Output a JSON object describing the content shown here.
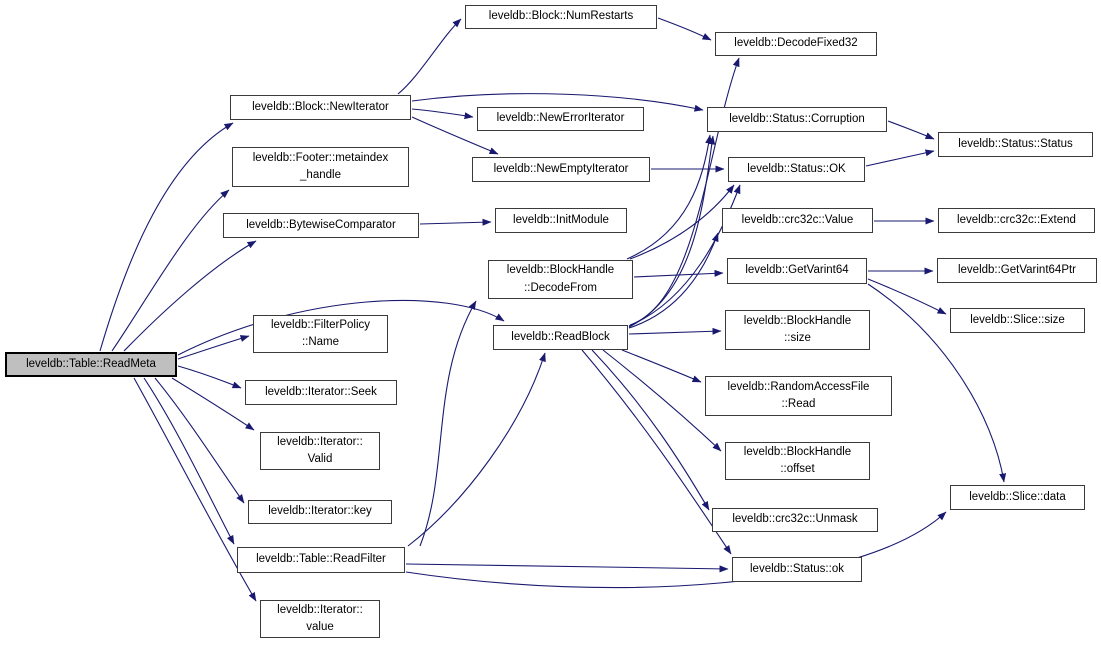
{
  "diagram": {
    "kind": "call-graph",
    "root_function": "leveldb::Table::ReadMeta",
    "edge_color": "#191970",
    "node_border_color": "#3a3a3a",
    "highlight_fill": "#bfbfbf",
    "nodes": [
      {
        "id": "read-meta",
        "label": "leveldb::Table::ReadMeta",
        "highlighted": true
      },
      {
        "id": "new-iterator",
        "label": "leveldb::Block::NewIterator"
      },
      {
        "id": "metaindex-handle",
        "lines": [
          "leveldb::Footer::metaindex",
          "_handle"
        ]
      },
      {
        "id": "bytewise-comparator",
        "label": "leveldb::BytewiseComparator"
      },
      {
        "id": "num-restarts",
        "label": "leveldb::Block::NumRestarts"
      },
      {
        "id": "decode-fixed32",
        "label": "leveldb::DecodeFixed32"
      },
      {
        "id": "new-error-iterator",
        "label": "leveldb::NewErrorIterator"
      },
      {
        "id": "new-empty-iterator",
        "label": "leveldb::NewEmptyIterator"
      },
      {
        "id": "status-corruption",
        "label": "leveldb::Status::Corruption"
      },
      {
        "id": "status-ok-upper",
        "label": "leveldb::Status::OK"
      },
      {
        "id": "status-status",
        "label": "leveldb::Status::Status"
      },
      {
        "id": "init-module",
        "label": "leveldb::InitModule"
      },
      {
        "id": "decode-from",
        "lines": [
          "leveldb::BlockHandle",
          "::DecodeFrom"
        ]
      },
      {
        "id": "read-block",
        "label": "leveldb::ReadBlock"
      },
      {
        "id": "crc32c-value",
        "label": "leveldb::crc32c::Value"
      },
      {
        "id": "get-varint64",
        "label": "leveldb::GetVarint64"
      },
      {
        "id": "blockhandle-size",
        "lines": [
          "leveldb::BlockHandle",
          "::size"
        ]
      },
      {
        "id": "raf-read",
        "lines": [
          "leveldb::RandomAccessFile",
          "::Read"
        ]
      },
      {
        "id": "crc32c-extend",
        "label": "leveldb::crc32c::Extend"
      },
      {
        "id": "get-varint64-ptr",
        "label": "leveldb::GetVarint64Ptr"
      },
      {
        "id": "slice-size",
        "label": "leveldb::Slice::size"
      },
      {
        "id": "blockhandle-offset",
        "lines": [
          "leveldb::BlockHandle",
          "::offset"
        ]
      },
      {
        "id": "crc32c-unmask",
        "label": "leveldb::crc32c::Unmask"
      },
      {
        "id": "status-ok-lower",
        "label": "leveldb::Status::ok"
      },
      {
        "id": "slice-data",
        "label": "leveldb::Slice::data"
      },
      {
        "id": "filterpolicy-name",
        "lines": [
          "leveldb::FilterPolicy",
          "::Name"
        ]
      },
      {
        "id": "iterator-seek",
        "label": "leveldb::Iterator::Seek"
      },
      {
        "id": "iterator-valid",
        "lines": [
          "leveldb::Iterator::",
          "Valid"
        ]
      },
      {
        "id": "iterator-key",
        "label": "leveldb::Iterator::key"
      },
      {
        "id": "read-filter",
        "label": "leveldb::Table::ReadFilter"
      },
      {
        "id": "iterator-value",
        "lines": [
          "leveldb::Iterator::",
          "value"
        ]
      }
    ],
    "edges": [
      {
        "from": "read-meta",
        "to": "new-iterator"
      },
      {
        "from": "read-meta",
        "to": "metaindex-handle"
      },
      {
        "from": "read-meta",
        "to": "bytewise-comparator"
      },
      {
        "from": "read-meta",
        "to": "filterpolicy-name"
      },
      {
        "from": "read-meta",
        "to": "iterator-seek"
      },
      {
        "from": "read-meta",
        "to": "iterator-valid"
      },
      {
        "from": "read-meta",
        "to": "iterator-key"
      },
      {
        "from": "read-meta",
        "to": "read-filter"
      },
      {
        "from": "read-meta",
        "to": "iterator-value"
      },
      {
        "from": "read-meta",
        "to": "read-block"
      },
      {
        "from": "new-iterator",
        "to": "num-restarts"
      },
      {
        "from": "new-iterator",
        "to": "new-error-iterator"
      },
      {
        "from": "new-iterator",
        "to": "new-empty-iterator"
      },
      {
        "from": "new-iterator",
        "to": "status-corruption"
      },
      {
        "from": "num-restarts",
        "to": "decode-fixed32"
      },
      {
        "from": "new-empty-iterator",
        "to": "status-ok-upper"
      },
      {
        "from": "status-corruption",
        "to": "status-status"
      },
      {
        "from": "status-ok-upper",
        "to": "status-status"
      },
      {
        "from": "bytewise-comparator",
        "to": "init-module"
      },
      {
        "from": "decode-from",
        "to": "get-varint64"
      },
      {
        "from": "decode-from",
        "to": "status-ok-upper"
      },
      {
        "from": "decode-from",
        "to": "status-corruption"
      },
      {
        "from": "read-block",
        "to": "blockhandle-size"
      },
      {
        "from": "read-block",
        "to": "raf-read"
      },
      {
        "from": "read-block",
        "to": "blockhandle-offset"
      },
      {
        "from": "read-block",
        "to": "crc32c-unmask"
      },
      {
        "from": "read-block",
        "to": "status-ok-lower"
      },
      {
        "from": "read-block",
        "to": "crc32c-value"
      },
      {
        "from": "read-block",
        "to": "decode-fixed32"
      },
      {
        "from": "read-block",
        "to": "status-ok-upper"
      },
      {
        "from": "read-block",
        "to": "status-corruption"
      },
      {
        "from": "get-varint64",
        "to": "get-varint64-ptr"
      },
      {
        "from": "get-varint64",
        "to": "slice-size"
      },
      {
        "from": "get-varint64",
        "to": "slice-data"
      },
      {
        "from": "crc32c-value",
        "to": "crc32c-extend"
      },
      {
        "from": "read-filter",
        "to": "decode-from"
      },
      {
        "from": "read-filter",
        "to": "read-block"
      },
      {
        "from": "read-filter",
        "to": "status-ok-lower"
      },
      {
        "from": "read-filter",
        "to": "slice-data"
      }
    ]
  }
}
